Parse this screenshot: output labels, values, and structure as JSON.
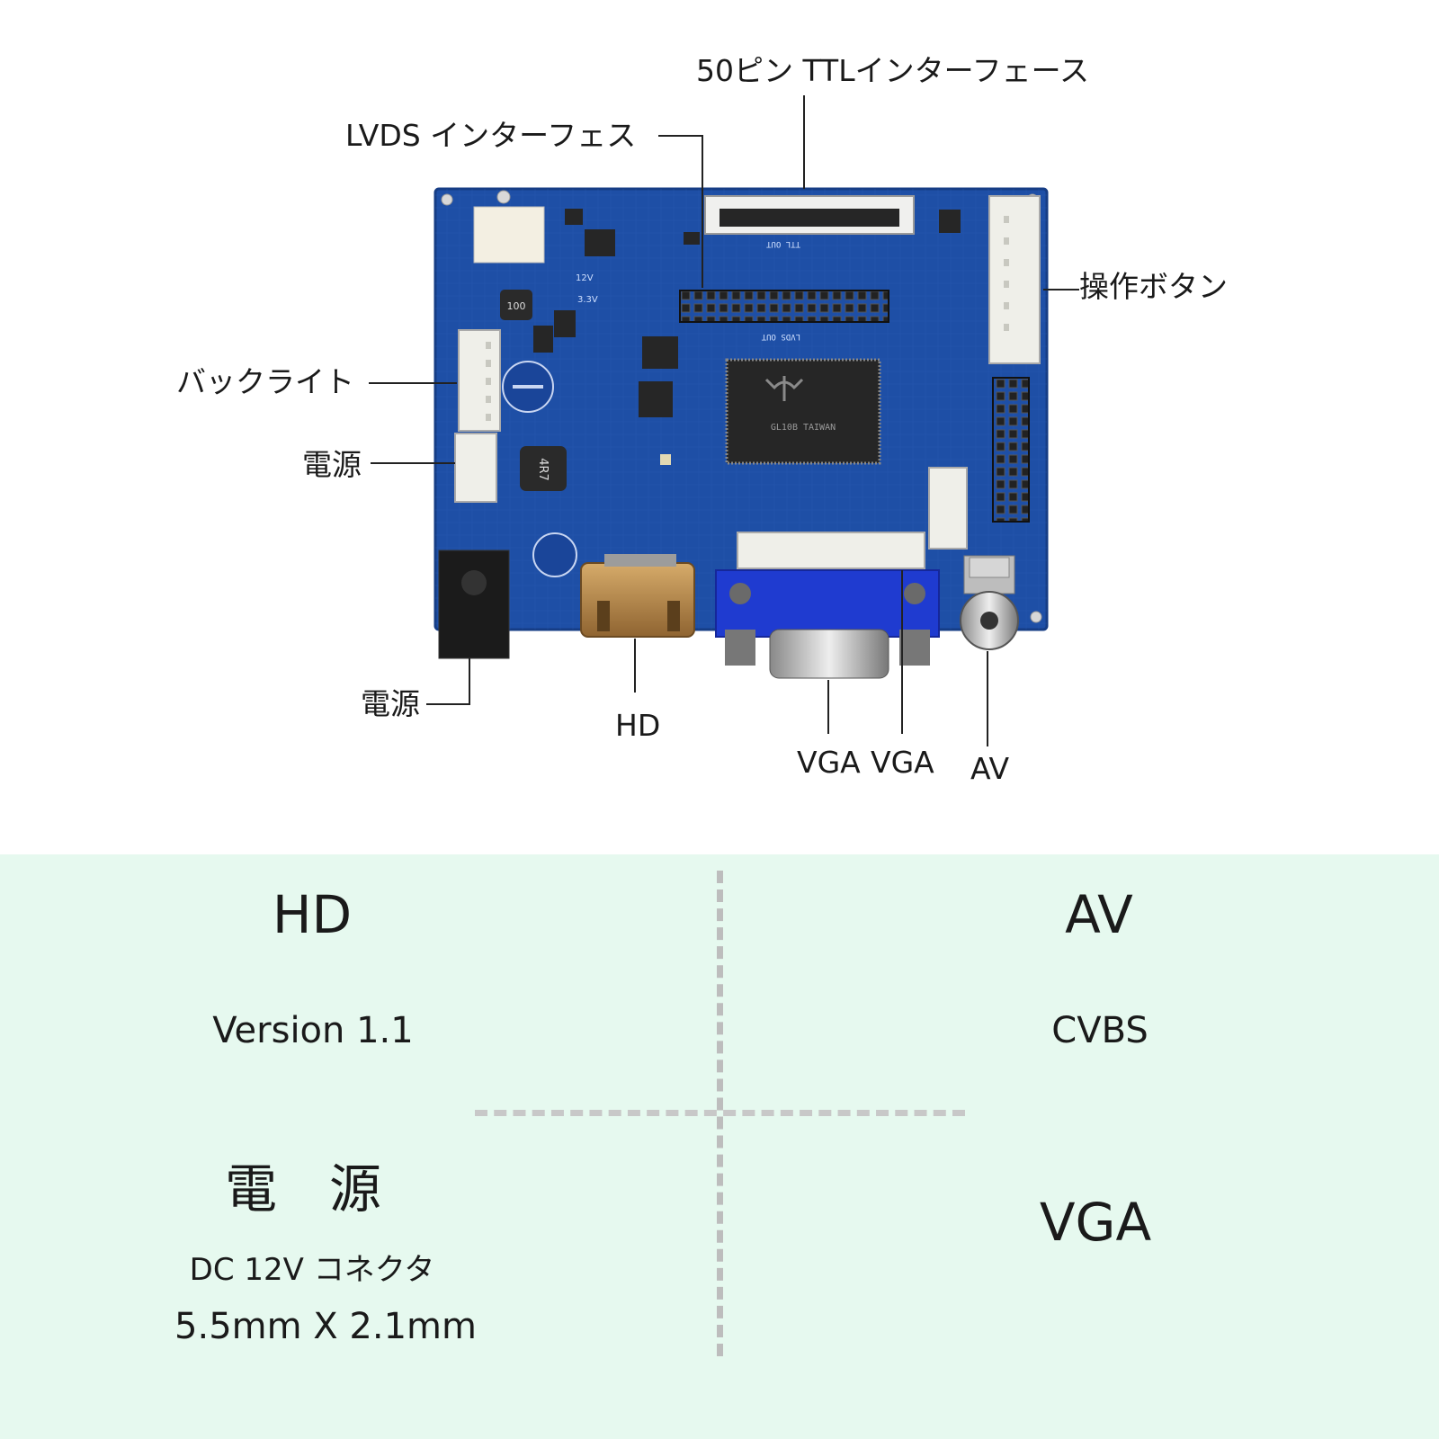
{
  "callouts": {
    "ttl": "50ピン TTLインターフェース",
    "lvds": "LVDS インターフェス",
    "buttons": "操作ボタン",
    "backlight": "バックライト",
    "power_header": "電源",
    "power_jack": "電源",
    "hd": "HD",
    "vga_1": "VGA",
    "vga_2": "VGA",
    "av": "AV"
  },
  "board_silkscreen": {
    "ttl_out": "TTL OUT",
    "lvds_out": "LVDS OUT",
    "chip": "GL10B TAIWAN",
    "inductor_1": "100",
    "inductor_2": "4R7",
    "v12": "12V",
    "v33": "3.3V"
  },
  "specs": {
    "hd_title": "HD",
    "hd_detail": "Version 1.1",
    "av_title": "AV",
    "av_detail": "CVBS",
    "power_title": "電　源",
    "power_detail_1": "DC 12V コネクタ",
    "power_detail_2": "5.5mm X 2.1mm",
    "vga_title": "VGA"
  },
  "colors": {
    "board": "#1e4fa6",
    "spec_background": "#e6f9ef",
    "connector": "#eeeeea",
    "hd_port": "#b98a4e",
    "vga_port": "#1f3bd0"
  }
}
